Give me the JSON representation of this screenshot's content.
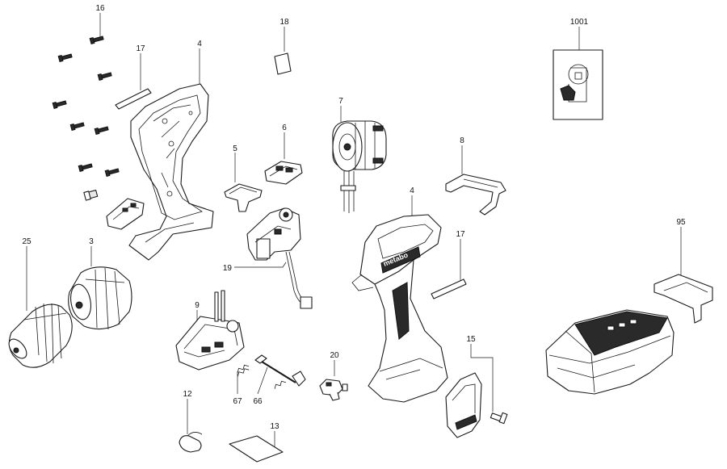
{
  "brand_text": "metabo",
  "parts": [
    {
      "id": "p16",
      "label": "16"
    },
    {
      "id": "p17a",
      "label": "17"
    },
    {
      "id": "p4a",
      "label": "4"
    },
    {
      "id": "p18",
      "label": "18"
    },
    {
      "id": "p7",
      "label": "7"
    },
    {
      "id": "p6",
      "label": "6"
    },
    {
      "id": "p5",
      "label": "5"
    },
    {
      "id": "p8",
      "label": "8"
    },
    {
      "id": "p4b",
      "label": "4"
    },
    {
      "id": "p1001",
      "label": "1001"
    },
    {
      "id": "p95",
      "label": "95"
    },
    {
      "id": "p25",
      "label": "25"
    },
    {
      "id": "p3",
      "label": "3"
    },
    {
      "id": "p19",
      "label": "19"
    },
    {
      "id": "p17b",
      "label": "17"
    },
    {
      "id": "p9",
      "label": "9"
    },
    {
      "id": "p20",
      "label": "20"
    },
    {
      "id": "p15",
      "label": "15"
    },
    {
      "id": "p67",
      "label": "67"
    },
    {
      "id": "p66",
      "label": "66"
    },
    {
      "id": "p12",
      "label": "12"
    },
    {
      "id": "p13",
      "label": "13"
    }
  ]
}
